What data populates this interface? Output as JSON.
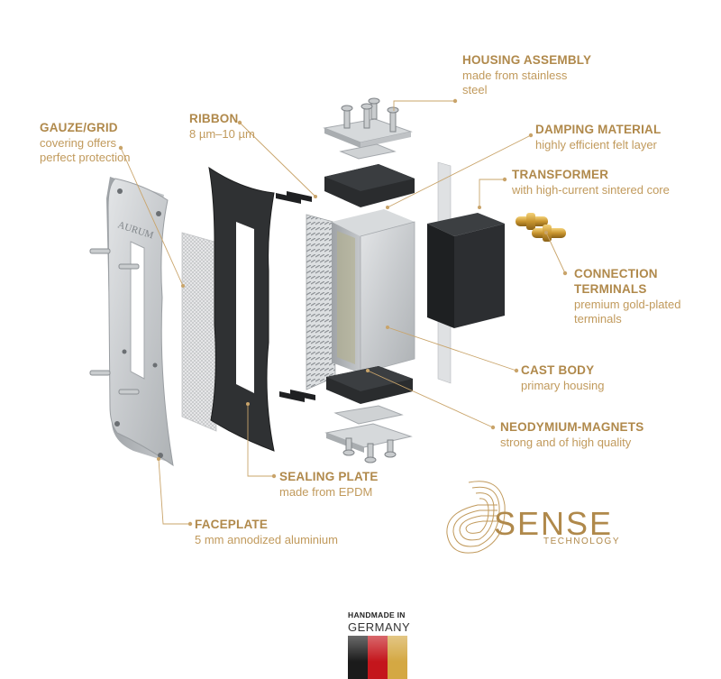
{
  "labels": [
    {
      "key": "housing",
      "title": "HOUSING ASSEMBLY",
      "desc": [
        "made from stainless",
        "steel"
      ]
    },
    {
      "key": "damping",
      "title": "DAMPING MATERIAL",
      "desc": [
        "highly efficient felt layer"
      ]
    },
    {
      "key": "transformer",
      "title": "TRANSFORMER",
      "desc": [
        "with high-current sintered core"
      ]
    },
    {
      "key": "connection",
      "title": "CONNECTION",
      "title2": "TERMINALS",
      "desc": [
        "premium gold-plated",
        "terminals"
      ]
    },
    {
      "key": "cast",
      "title": "CAST BODY",
      "desc": [
        "primary housing"
      ]
    },
    {
      "key": "neodymium",
      "title": "NEODYMIUM-MAGNETS",
      "desc": [
        "strong and of high quality"
      ]
    },
    {
      "key": "gauze",
      "title": "GAUZE/GRID",
      "desc": [
        "covering offers",
        "perfect protection"
      ]
    },
    {
      "key": "ribbon",
      "title": "RIBBON",
      "desc": [
        "8 µm–10 µm"
      ]
    },
    {
      "key": "sealing",
      "title": "SEALING PLATE",
      "desc": [
        "made from EPDM"
      ]
    },
    {
      "key": "faceplate",
      "title": "FACEPLATE",
      "desc": [
        "5 mm annodized aluminium"
      ]
    }
  ],
  "faceplate_engraving": "AURUM",
  "brand": {
    "word": "SENSE",
    "sub": "TECHNOLOGY"
  },
  "handmade": {
    "title": "HANDMADE IN",
    "country": "GERMANY"
  },
  "colors": {
    "accent": "#b0894b",
    "flag": [
      "#1b1b1b",
      "#c4161c",
      "#d4a843"
    ]
  }
}
